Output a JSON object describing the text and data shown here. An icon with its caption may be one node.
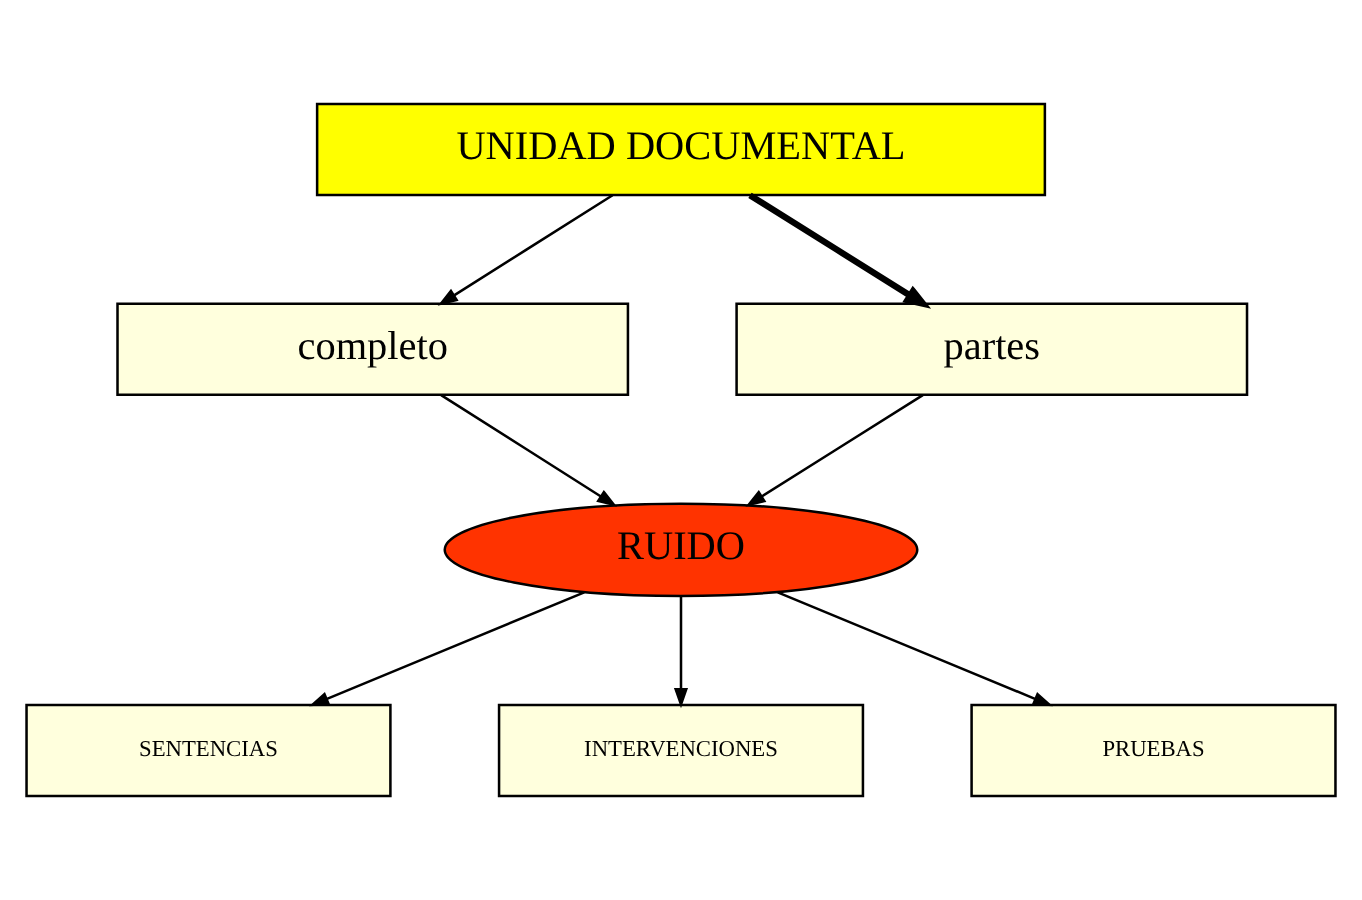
{
  "diagram": {
    "nodes": [
      {
        "text": [
          "UNIDAD DOCUMENTAL"
        ]
      },
      {
        "text": [
          "completo"
        ]
      },
      {
        "text": [
          "partes"
        ]
      },
      {
        "text": [
          "RUIDO"
        ]
      },
      {
        "text": [
          "SENTENCIAS"
        ]
      },
      {
        "text": [
          "INTERVENCIONES"
        ]
      },
      {
        "text": [
          "PRUEBAS"
        ]
      }
    ],
    "edges": [
      {
        "from": 0,
        "to": 1,
        "arrow": "to"
      },
      {
        "from": 0,
        "to": 2,
        "arrow": "to",
        "style": "thick"
      },
      {
        "from": 1,
        "to": 3,
        "arrow": "to"
      },
      {
        "from": 2,
        "to": 3,
        "arrow": "to"
      },
      {
        "from": 3,
        "to": 4,
        "arrow": "to"
      },
      {
        "from": 3,
        "to": 5,
        "arrow": "to"
      },
      {
        "from": 3,
        "to": 6,
        "arrow": "to"
      }
    ]
  }
}
